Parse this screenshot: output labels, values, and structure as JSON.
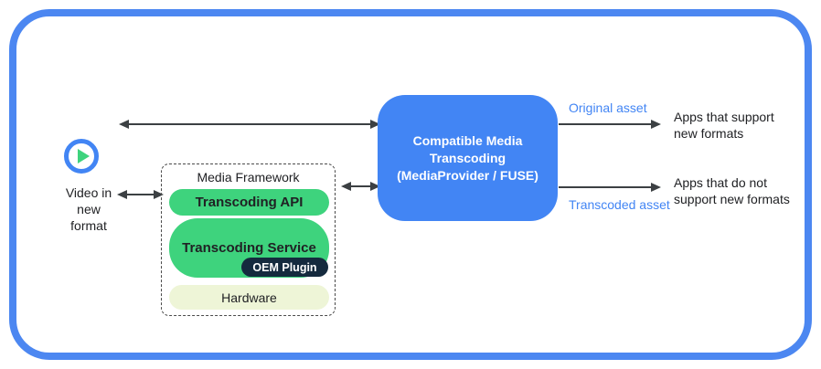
{
  "colors": {
    "blue": "#4285f4",
    "frame_blue": "#4c87f1",
    "green": "#3ed37d",
    "pale_green": "#eef5d7",
    "navy": "#152a3e",
    "arrow": "#3c4043",
    "text": "#202124"
  },
  "source": {
    "icon": "play-icon",
    "label": "Video in\nnew\nformat"
  },
  "media_framework": {
    "title": "Media Framework",
    "api_label": "Transcoding API",
    "service_label": "Transcoding Service",
    "plugin_label": "OEM Plugin",
    "hardware_label": "Hardware"
  },
  "transcoding_box": {
    "label": "Compatible Media\nTranscoding\n(MediaProvider / FUSE)"
  },
  "outputs": {
    "original": {
      "asset": "Original asset",
      "apps": "Apps that support\nnew formats"
    },
    "transcoded": {
      "asset": "Transcoded asset",
      "apps": "Apps that do not\nsupport new formats"
    }
  }
}
